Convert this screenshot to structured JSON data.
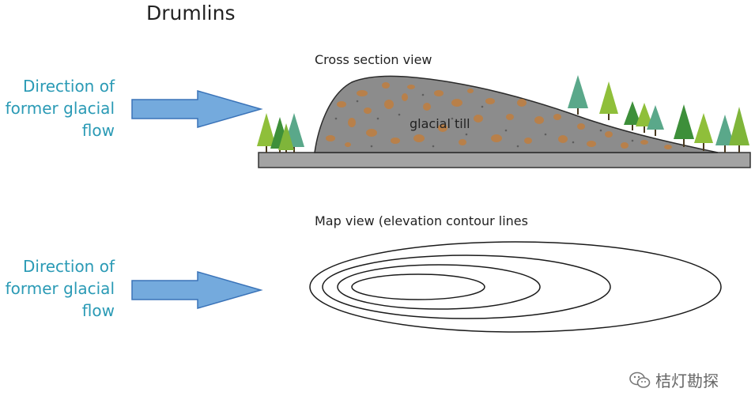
{
  "title": "Drumlins",
  "cross_section": {
    "label": "Cross section view",
    "till_label": "glacial till",
    "direction": {
      "lines": [
        "Direction of",
        "former glacial",
        "flow"
      ]
    }
  },
  "map_view": {
    "label": "Map view (elevation contour lines",
    "direction": {
      "lines": [
        "Direction of",
        "former glacial",
        "flow"
      ]
    },
    "contour_count": 4
  },
  "watermark": {
    "text": "桔灯勘探"
  },
  "colors": {
    "arrow_fill": "#74aadd",
    "arrow_stroke": "#3a73b8",
    "label_teal": "#2a9ab5",
    "ground": "#a3a3a3",
    "till_gray": "#8c8c8c",
    "clast_brown": "#b8804a",
    "tree_dark": "#3d8f3a",
    "tree_light": "#8fbf3a",
    "tree_teal": "#5aa88a"
  }
}
